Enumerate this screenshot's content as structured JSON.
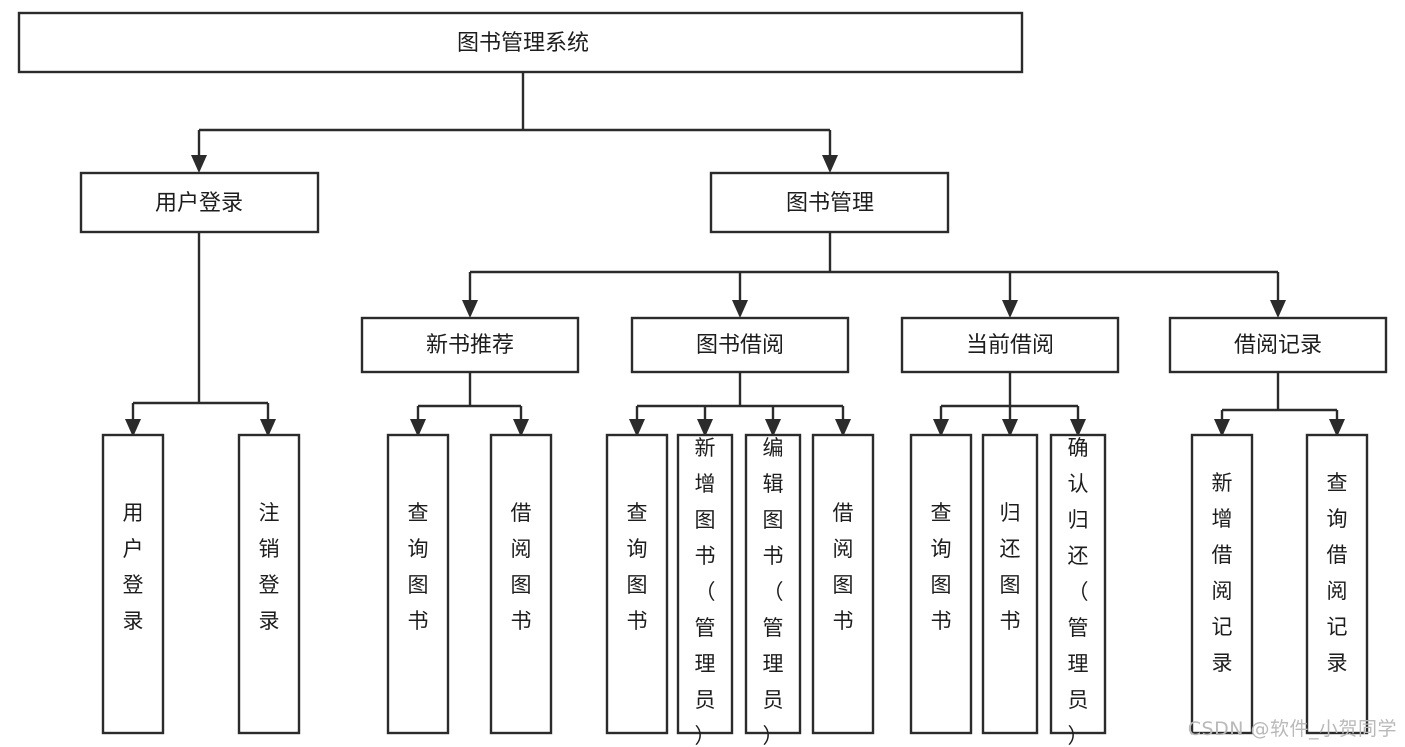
{
  "diagram": {
    "type": "tree-hierarchy-chart",
    "title": "图书管理系统",
    "stroke_color": "#2b2b2b",
    "box_fill": "#ffffff",
    "text_color": "#1d1d1d",
    "levels": {
      "root": "图书管理系统",
      "level2": [
        "用户登录",
        "图书管理"
      ],
      "level3": [
        "新书推荐",
        "图书借阅",
        "当前借阅",
        "借阅记录"
      ]
    },
    "nodes": {
      "root": {
        "label": "图书管理系统"
      },
      "user_login": {
        "label": "用户登录"
      },
      "book_manage": {
        "label": "图书管理"
      },
      "new_book_rec": {
        "label": "新书推荐"
      },
      "book_borrow": {
        "label": "图书借阅"
      },
      "current_borrow": {
        "label": "当前借阅"
      },
      "borrow_record": {
        "label": "借阅记录"
      }
    },
    "leaves": {
      "user_login": [
        {
          "label": "用户登录"
        },
        {
          "label": "注销登录"
        }
      ],
      "new_book_rec": [
        {
          "label": "查询图书"
        },
        {
          "label": "借阅图书"
        }
      ],
      "book_borrow": [
        {
          "label": "查询图书"
        },
        {
          "label": "新增图书（管理员）"
        },
        {
          "label": "编辑图书（管理员）"
        },
        {
          "label": "借阅图书"
        }
      ],
      "current_borrow": [
        {
          "label": "查询图书"
        },
        {
          "label": "归还图书"
        },
        {
          "label": "确认归还（管理员）"
        }
      ],
      "borrow_record": [
        {
          "label": "新增借阅记录"
        },
        {
          "label": "查询借阅记录"
        }
      ]
    }
  },
  "watermark": {
    "text": "CSDN @软件_小贺同学"
  }
}
